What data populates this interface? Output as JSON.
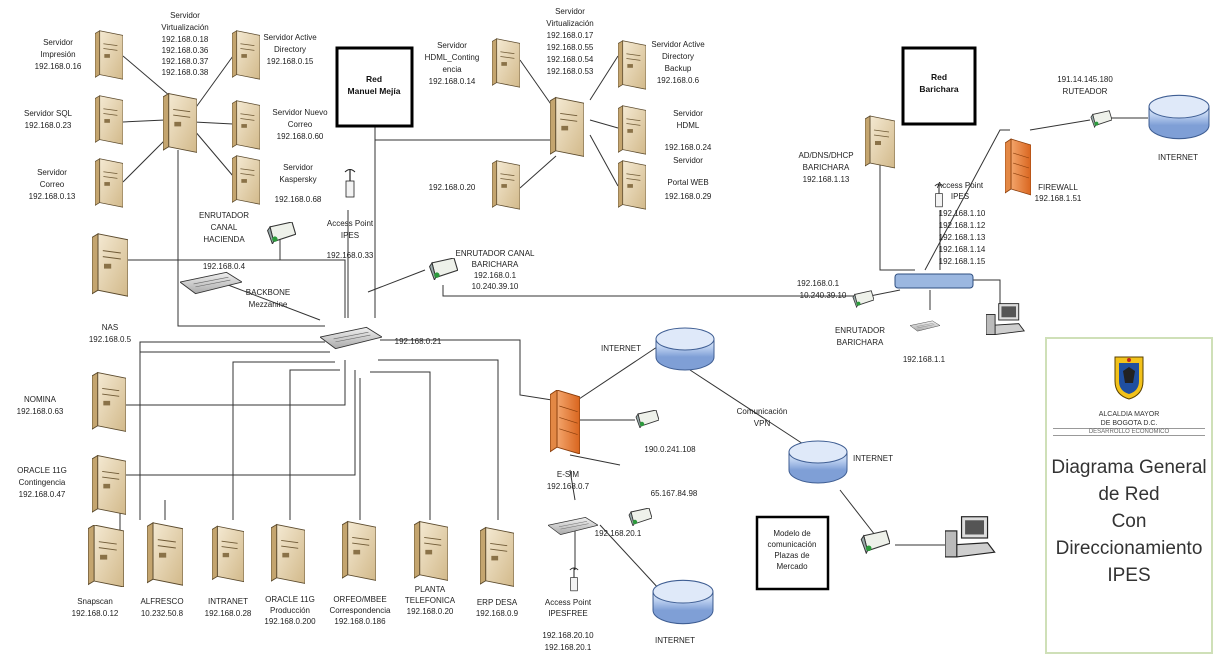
{
  "title_box": {
    "org_line1": "ALCALDIA MAYOR",
    "org_line2": "DE BOGOTA D.C.",
    "org_line3": "DESARROLLO ECONOMICO",
    "title_lines": [
      "Diagrama General",
      "de Red",
      "Con",
      "Direccionamiento",
      "IPES"
    ]
  },
  "boxes": {
    "manuel": [
      "Red",
      "Manuel Mejía"
    ],
    "barichara": [
      "Red",
      "Barichara"
    ],
    "plazas": [
      "Modelo de",
      "comunicación",
      "Plazas de",
      "Mercado"
    ]
  },
  "servers": {
    "impresion": [
      "Servidor",
      "Impresión",
      "192.168.0.16"
    ],
    "sql": [
      "Servidor SQL",
      "192.168.0.23"
    ],
    "correo": [
      "Servidor",
      "Correo",
      "192.168.0.13"
    ],
    "virt1": [
      "Servidor",
      "Virtualización",
      "192.168.0.18",
      "192.168.0.36",
      "192.168.0.37",
      "192.168.0.38"
    ],
    "ad": [
      "Servidor Active",
      "Directory",
      "192.168.0.15"
    ],
    "nuevo_correo": [
      "Servidor Nuevo",
      "Correo",
      "192.168.0.60"
    ],
    "kaspersky": [
      "Servidor",
      "Kaspersky",
      "192.168.0.68"
    ],
    "hdml_cont": [
      "Servidor",
      "HDML_Conting",
      "encia",
      "192.168.0.14"
    ],
    "virt2": [
      "Servidor",
      "Virtualización",
      "192.168.0.17",
      "192.168.0.55",
      "192.168.0.54",
      "192.168.0.53"
    ],
    "ad_backup": [
      "Servidor Active",
      "Directory",
      "Backup",
      "192.168.0.6"
    ],
    "hdml": [
      "Servidor",
      "HDML",
      "192.168.0.24"
    ],
    "portal": [
      "Servidor",
      "Portal WEB",
      "192.168.0.29"
    ],
    "s20": [
      "192.168.0.20"
    ],
    "nas": [
      "NAS",
      "192.168.0.5"
    ],
    "nomina": [
      "NOMINA",
      "192.168.0.63"
    ],
    "oracle_cont": [
      "ORACLE 11G",
      "Contingencia",
      "192.168.0.47"
    ],
    "snapscan": [
      "Snapscan",
      "192.168.0.12"
    ],
    "alfresco": [
      "ALFRESCO",
      "10.232.50.8"
    ],
    "intranet": [
      "INTRANET",
      "192.168.0.28"
    ],
    "oracle_prod": [
      "ORACLE 11G",
      "Producción",
      "192.168.0.200"
    ],
    "orfeo": [
      "ORFEO/MBEE",
      "Correspondencia",
      "192.168.0.186"
    ],
    "planta": [
      "PLANTA",
      "TELEFONICA",
      "192.168.0.20"
    ],
    "erp": [
      "ERP DESA",
      "192.168.0.9"
    ],
    "ad_barichara": [
      "AD/DNS/DHCP",
      "BARICHARA",
      "192.168.1.13"
    ]
  },
  "network": {
    "backbone": [
      "BACKBONE",
      "Mezzanine"
    ],
    "backbone_ip": "192.168.0.21",
    "enrutador_hacienda": [
      "ENRUTADOR",
      "CANAL",
      "HACIENDA",
      "192.168.0.4"
    ],
    "access_point_ipes": [
      "Access Point",
      "IPES",
      "192.168.0.33"
    ],
    "enrutador_canal_barichara": [
      "ENRUTADOR CANAL",
      "BARICHARA",
      "192.168.0.1",
      "10.240.39.10"
    ],
    "internet_top": "INTERNET",
    "ruteador_top": [
      "191.14.145.180",
      "RUTEADOR"
    ],
    "firewall_barichara": [
      "FIREWALL",
      "192.168.1.51"
    ],
    "access_point_barichara": [
      "Access Point",
      "IPES",
      "192.168.1.10",
      "192.168.1.12",
      "192.168.1.13",
      "192.168.1.14",
      "192.168.1.15"
    ],
    "barichara_switch_ip": [
      "192.168.0.1",
      "10.240.39.10"
    ],
    "enrutador_barichara": [
      "ENRUTADOR",
      "BARICHARA"
    ],
    "barichara_switch2": "192.168.1.1",
    "internet_mid": "INTERNET",
    "comunicacion_vpn": [
      "Comunicación",
      "VPN"
    ],
    "internet_right": "INTERNET",
    "firewall_main": [
      "E-SIM",
      "192.168.0.7"
    ],
    "router_mid": "190.0.241.108",
    "router_low": "65.167.84.98",
    "switch_low": "192.168.20.1",
    "access_point_ipeslibre": [
      "Access Point",
      "IPESFREE",
      "192.168.20.10",
      "192.168.20.1"
    ],
    "internet_bottom": "INTERNET"
  }
}
